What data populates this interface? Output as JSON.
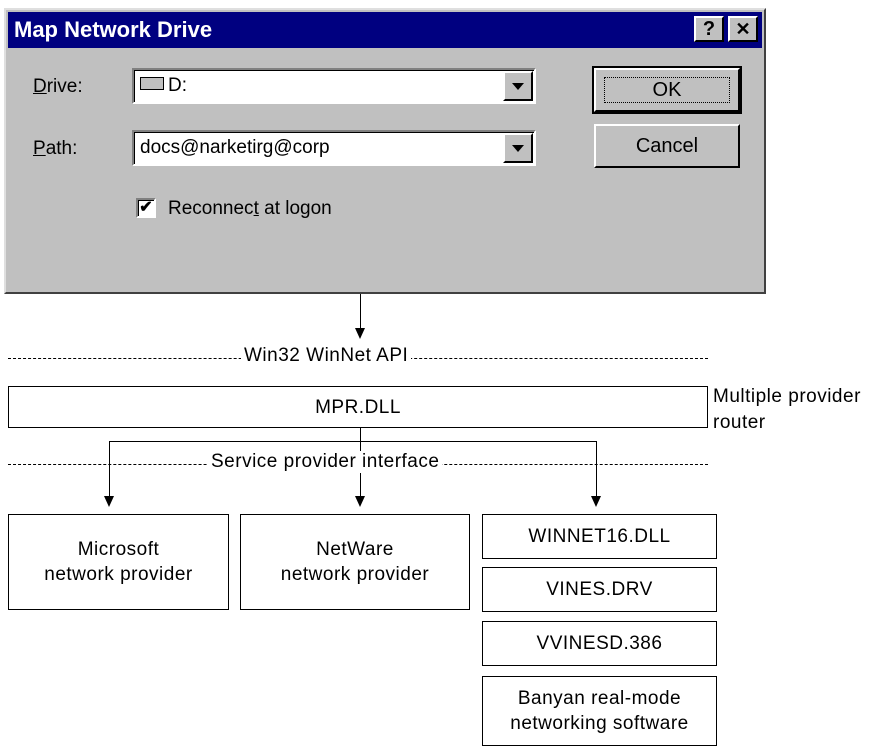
{
  "dialog": {
    "title": "Map Network Drive",
    "help_button": "?",
    "close_button": "✕",
    "drive_label": "Drive:",
    "drive_value": "D:",
    "path_label": "Path:",
    "path_value": "docs@narketirg@corp",
    "reconnect_label_pre": "Reconnec",
    "reconnect_label_ul": "t",
    "reconnect_label_post": " at logon",
    "reconnect_checked": "✔",
    "ok_label": "OK",
    "cancel_label": "Cancel"
  },
  "diagram": {
    "api_label": "Win32 WinNet API",
    "mpr_label": "MPR.DLL",
    "mpr_note": "Multiple provider\nrouter",
    "spi_label": "Service provider interface",
    "providers": {
      "microsoft": "Microsoft\nnetwork provider",
      "netware": "NetWare\nnetwork provider"
    },
    "banyan_stack": [
      "WINNET16.DLL",
      "VINES.DRV",
      "VVINESD.386",
      "Banyan real-mode\nnetworking software"
    ]
  }
}
